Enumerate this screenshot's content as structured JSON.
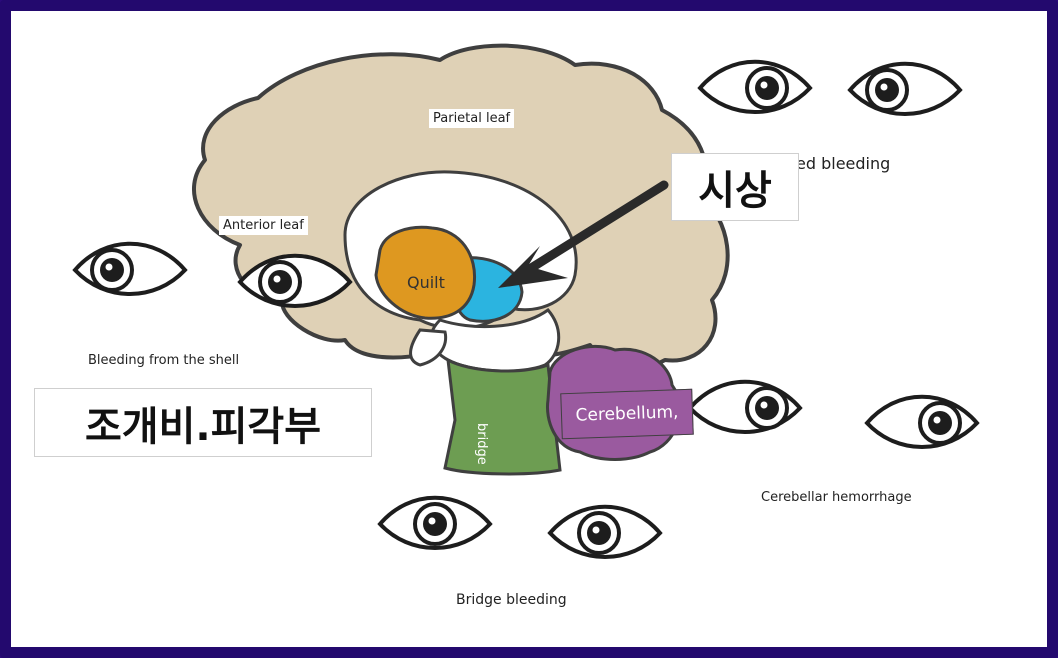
{
  "labels": {
    "parietal": "Parietal leaf",
    "anterior": "Anterior leaf",
    "quilt": "Quilt",
    "bridge": "bridge",
    "cerebellum": "Cerebellum,",
    "shell_bleeding": "Bleeding from the shell",
    "cerebellar_hemorrhage": "Cerebellar hemorrhage",
    "bridge_bleeding": "Bridge bleeding",
    "thalamus_bleeding_partial": "ed bleeding"
  },
  "korean": {
    "thalamus": "시상",
    "putamen": "조개비.피각부"
  },
  "colors": {
    "frame": "#23096e",
    "brain": "#dfd1b6",
    "quilt": "#de9820",
    "thalamus": "#2bb4e0",
    "bridge": "#6d9d52",
    "cerebellum": "#9a5a9f"
  }
}
